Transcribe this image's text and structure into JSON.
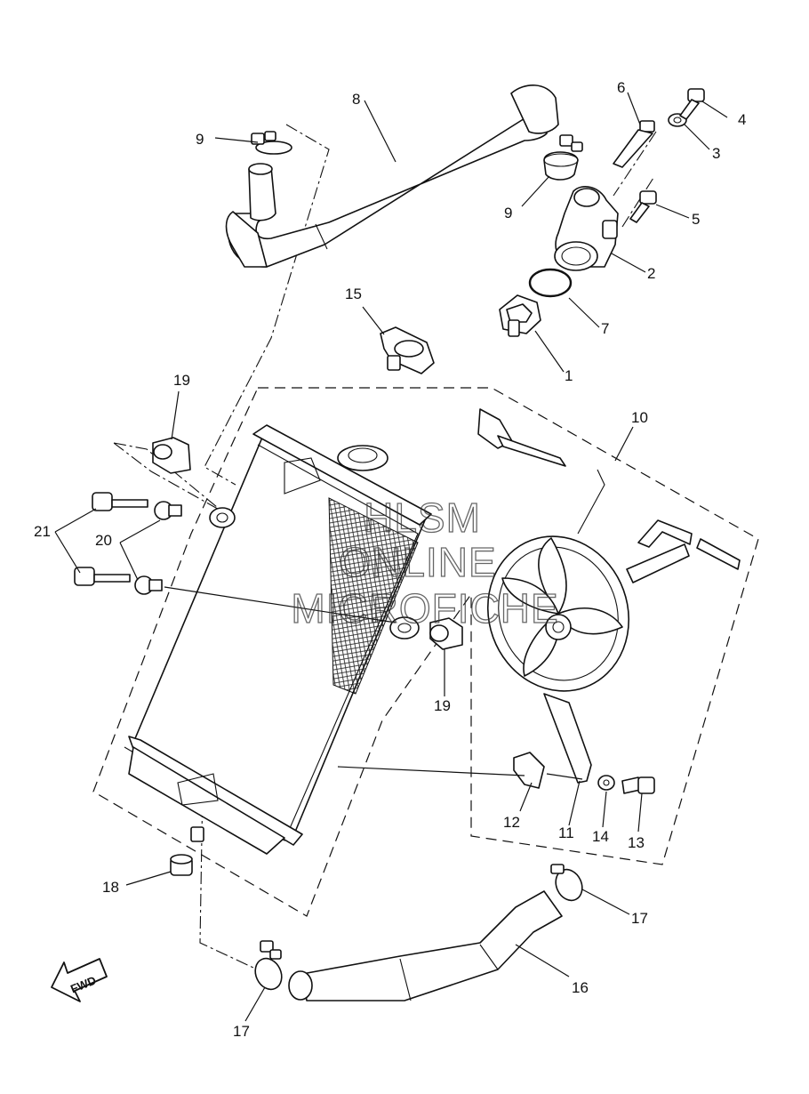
{
  "watermark": {
    "line1": "HLSM",
    "line2": "ONLINE",
    "line3": "MICROFICHE"
  },
  "fwd_label": "FWD",
  "callouts": [
    {
      "num": "1"
    },
    {
      "num": "2"
    },
    {
      "num": "3"
    },
    {
      "num": "4"
    },
    {
      "num": "5"
    },
    {
      "num": "6"
    },
    {
      "num": "7"
    },
    {
      "num": "8"
    },
    {
      "num": "9"
    },
    {
      "num": "9"
    },
    {
      "num": "10"
    },
    {
      "num": "11"
    },
    {
      "num": "12"
    },
    {
      "num": "13"
    },
    {
      "num": "14"
    },
    {
      "num": "15"
    },
    {
      "num": "16"
    },
    {
      "num": "17"
    },
    {
      "num": "17"
    },
    {
      "num": "18"
    },
    {
      "num": "19"
    },
    {
      "num": "19"
    },
    {
      "num": "20"
    },
    {
      "num": "21"
    }
  ]
}
